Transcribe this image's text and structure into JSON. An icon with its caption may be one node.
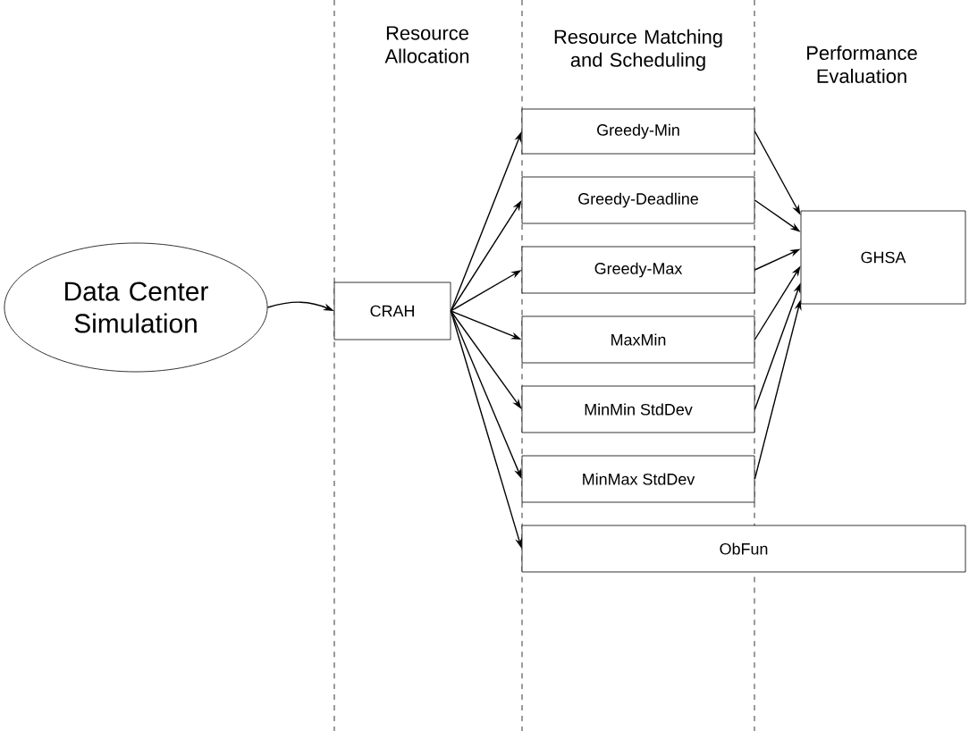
{
  "diagram": {
    "nodes": [
      {
        "text": [
          "Data Center Simulation"
        ]
      },
      {
        "text": [
          "CRAH"
        ]
      },
      {
        "text": [
          "Greedy-Min"
        ]
      },
      {
        "text": [
          "Greedy-Deadline"
        ]
      },
      {
        "text": [
          "Greedy-Max"
        ]
      },
      {
        "text": [
          "MaxMin"
        ]
      },
      {
        "text": [
          "MinMin StdDev"
        ]
      },
      {
        "text": [
          "MinMax StdDev"
        ]
      },
      {
        "text": [
          "ObFun"
        ]
      },
      {
        "text": [
          "GHSA"
        ]
      }
    ],
    "edges": [
      {
        "from": 0,
        "to": 1,
        "arrow": "to"
      },
      {
        "from": 1,
        "to": 2,
        "arrow": "to"
      },
      {
        "from": 1,
        "to": 3,
        "arrow": "to"
      },
      {
        "from": 1,
        "to": 4,
        "arrow": "to"
      },
      {
        "from": 1,
        "to": 5,
        "arrow": "to"
      },
      {
        "from": 1,
        "to": 6,
        "arrow": "to"
      },
      {
        "from": 1,
        "to": 7,
        "arrow": "to"
      },
      {
        "from": 1,
        "to": 8,
        "arrow": "to"
      },
      {
        "from": 2,
        "to": 9,
        "arrow": "to"
      },
      {
        "from": 3,
        "to": 9,
        "arrow": "to"
      },
      {
        "from": 4,
        "to": 9,
        "arrow": "to"
      },
      {
        "from": 5,
        "to": 9,
        "arrow": "to"
      },
      {
        "from": 6,
        "to": 9,
        "arrow": "to"
      },
      {
        "from": 7,
        "to": 9,
        "arrow": "to"
      }
    ],
    "labels": [
      "Resource Allocation",
      "Resource Matching and Scheduling",
      "Performance Evaluation"
    ]
  }
}
